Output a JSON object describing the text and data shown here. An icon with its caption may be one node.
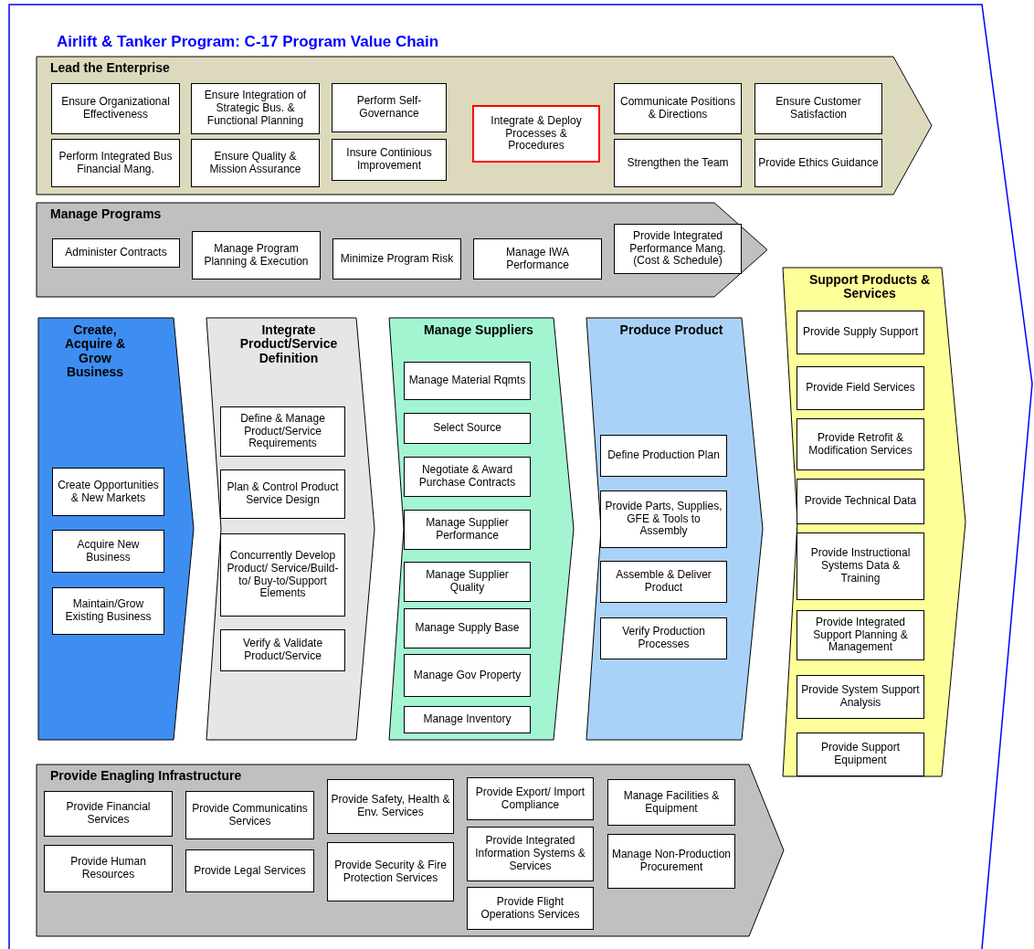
{
  "diagram": {
    "title": "Airlift & Tanker Program:  C-17 Program Value Chain",
    "nodes": [
      {
        "text": [
          "Lead the Enterprise"
        ]
      },
      {
        "text": [
          "Ensure Organizational Effectiveness"
        ],
        "in": 0
      },
      {
        "text": [
          "Perform Integrated Bus Financial Mang."
        ],
        "in": 0
      },
      {
        "text": [
          "Ensure Integration of Strategic Bus. & Functional Planning"
        ],
        "in": 0
      },
      {
        "text": [
          "Ensure Quality & Mission Assurance"
        ],
        "in": 0
      },
      {
        "text": [
          "Perform Self-Governance"
        ],
        "in": 0
      },
      {
        "text": [
          "Insure Continious Improvement"
        ],
        "in": 0
      },
      {
        "text": [
          "Integrate & Deploy Processes & Procedures"
        ],
        "in": 0
      },
      {
        "text": [
          "Communicate Positions & Directions"
        ],
        "in": 0
      },
      {
        "text": [
          "Strengthen the Team"
        ],
        "in": 0
      },
      {
        "text": [
          "Ensure Customer Satisfaction"
        ],
        "in": 0
      },
      {
        "text": [
          "Provide Ethics Guidance"
        ],
        "in": 0
      },
      {
        "text": [
          "Manage Programs"
        ]
      },
      {
        "text": [
          "Administer Contracts"
        ],
        "in": 12
      },
      {
        "text": [
          "Manage Program Planning & Execution"
        ],
        "in": 12
      },
      {
        "text": [
          "Minimize Program Risk"
        ],
        "in": 12
      },
      {
        "text": [
          "Manage IWA Performance"
        ],
        "in": 12
      },
      {
        "text": [
          "Provide Integrated Performance Mang. (Cost & Schedule)"
        ],
        "in": 12
      },
      {
        "text": [
          "Create, Acquire & Grow Business"
        ]
      },
      {
        "text": [
          "Create Opportunities & New Markets"
        ],
        "in": 18
      },
      {
        "text": [
          "Acquire New Business"
        ],
        "in": 18
      },
      {
        "text": [
          "Maintain/Grow Existing Business"
        ],
        "in": 18
      },
      {
        "text": [
          "Integrate Product/Service Definition"
        ]
      },
      {
        "text": [
          "Define & Manage Product/Service Requirements"
        ],
        "in": 22
      },
      {
        "text": [
          "Plan & Control Product Service Design"
        ],
        "in": 22
      },
      {
        "text": [
          "Concurrently Develop Product/ Service/Build-to/ Buy-to/Support Elements"
        ],
        "in": 22
      },
      {
        "text": [
          "Verify & Validate Product/Service"
        ],
        "in": 22
      },
      {
        "text": [
          "Manage Suppliers"
        ]
      },
      {
        "text": [
          "Manage Material Rqmts"
        ],
        "in": 27
      },
      {
        "text": [
          "Select Source"
        ],
        "in": 27
      },
      {
        "text": [
          "Negotiate & Award Purchase Contracts"
        ],
        "in": 27
      },
      {
        "text": [
          "Manage Supplier Performance"
        ],
        "in": 27
      },
      {
        "text": [
          "Manage Supplier Quality"
        ],
        "in": 27
      },
      {
        "text": [
          "Manage Supply Base"
        ],
        "in": 27
      },
      {
        "text": [
          "Manage Gov Property"
        ],
        "in": 27
      },
      {
        "text": [
          "Manage Inventory"
        ],
        "in": 27
      },
      {
        "text": [
          "Produce Product"
        ]
      },
      {
        "text": [
          "Define Production Plan"
        ],
        "in": 36
      },
      {
        "text": [
          "Provide Parts, Supplies, GFE & Tools to Assembly"
        ],
        "in": 36
      },
      {
        "text": [
          "Assemble & Deliver Product"
        ],
        "in": 36
      },
      {
        "text": [
          "Verify Production Processes"
        ],
        "in": 36
      },
      {
        "text": [
          "Support Products & Services"
        ]
      },
      {
        "text": [
          "Provide Supply Support"
        ],
        "in": 41
      },
      {
        "text": [
          "Provide Field Services"
        ],
        "in": 41
      },
      {
        "text": [
          "Provide Retrofit & Modification Services"
        ],
        "in": 41
      },
      {
        "text": [
          "Provide Technical Data"
        ],
        "in": 41
      },
      {
        "text": [
          "Provide Instructional Systems Data & Training"
        ],
        "in": 41
      },
      {
        "text": [
          "Provide Integrated Support Planning & Management"
        ],
        "in": 41
      },
      {
        "text": [
          "Provide System Support Analysis"
        ],
        "in": 41
      },
      {
        "text": [
          "Provide Support Equipment"
        ],
        "in": 41
      },
      {
        "text": [
          "Provide Enagling Infrastructure"
        ]
      },
      {
        "text": [
          "Provide Financial Services"
        ],
        "in": 50
      },
      {
        "text": [
          "Provide Human Resources"
        ],
        "in": 50
      },
      {
        "text": [
          "Provide Communicatins Services"
        ],
        "in": 50
      },
      {
        "text": [
          "Provide Legal Services"
        ],
        "in": 50
      },
      {
        "text": [
          "Provide Safety, Health & Env. Services"
        ],
        "in": 50
      },
      {
        "text": [
          "Provide Security & Fire Protection Services"
        ],
        "in": 50
      },
      {
        "text": [
          "Provide Export/ Import Compliance"
        ],
        "in": 50
      },
      {
        "text": [
          "Provide Integrated Information Systems & Services"
        ],
        "in": 50
      },
      {
        "text": [
          "Provide Flight Operations Services"
        ],
        "in": 50
      },
      {
        "text": [
          "Manage Facilities & Equipment"
        ],
        "in": 50
      },
      {
        "text": [
          "Manage Non-Production Procurement"
        ],
        "in": 50
      }
    ]
  }
}
